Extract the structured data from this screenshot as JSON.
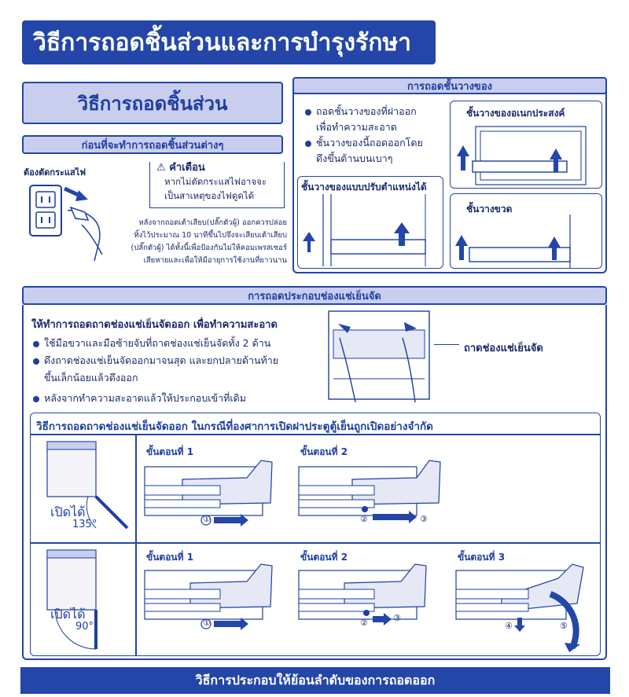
{
  "header": {
    "title": "วิธีการถอดชิ้นส่วนและการบำรุงรักษา"
  },
  "removal": {
    "title": "วิธีการถอดชิ้นส่วน",
    "before_bar": "ก่อนที่จะทำการถอดชิ้นส่วนต่างๆ",
    "unplug_label": "ต้องตัดกระแสไฟ",
    "warning_title": "คำเตือน",
    "warning_text1": "หากไม่ตัดกระแสไฟอาจจะ",
    "warning_text2": "เป็นสาเหตุของไฟดูดได้",
    "note_lines": [
      "หลังจากถอดเต้าเสียบ(ปลั๊กตัวผู้) ออกควรปล่อย",
      "ทิ้งไว้ประมาณ 10 นาทีขึ้นไปจึงจะเสียบเต้าเสียบ",
      "(ปลั๊กตัวผู้) ได้ทั้งนี้เพื่อป้องกันไม่ให้คอมเพรสเซอร์",
      "เสียหายและเพื่อให้มีอายุการใช้งานที่ยาวนาน"
    ]
  },
  "shelf": {
    "bar": "การถอดชั้นวางของ",
    "bullet1_l1": "ถอดชั้นวางของที่ฝาออก",
    "bullet1_l2": "เพื่อทำความสะอาด",
    "bullet2_l1": "ชั้นวางของนี้ถอดออกโดย",
    "bullet2_l2": "ดึงขึ้นด้านบนเบาๆ",
    "adjustable": "ชั้นวางของแบบปรับตำแหน่งได้",
    "multipurpose": "ชั้นวางของอเนกประสงค์",
    "bottle": "ชั้นวางขวด"
  },
  "chiller": {
    "bar": "การถอดประกอบช่องแช่เย็นจัด",
    "heading": "ให้ทำการถอดถาดช่องแช่เย็นจัดออก เพื่อทำความสะอาด",
    "b1": "ใช้มือขวาและมือซ้ายจับที่ถาดช่องแช่เย็นจัดทั้ง 2 ด้าน",
    "b2_l1": "ดึงถาดช่องแช่เย็นจัดออกมาจนสุด และยกปลายด้านท้าย",
    "b2_l2": "ขึ้นเล็กน้อยแล้วดึงออก",
    "b3": "หลังจากทำความสะอาดแล้วให้ประกอบเข้าที่เดิม",
    "tray_label": "ถาดช่องแช่เย็นจัด"
  },
  "limited": {
    "heading": "วิธีการถอดถาดช่องแช่เย็นจัดออก ในกรณีที่องศาการเปิดฝาประตูตู้เย็นถูกเปิดอย่างจำกัด",
    "open_label": "เปิดได้",
    "angle1": "135°",
    "angle2": "90°",
    "step1": "ขั้นตอนที่ 1",
    "step2": "ขั้นตอนที่ 2",
    "step3": "ขั้นตอนที่ 3",
    "n1": "①",
    "n2": "②",
    "n3": "③",
    "n4": "④",
    "n5": "⑤"
  },
  "footer": {
    "text": "วิธีการประกอบให้ย้อนลำดับของการถอดออก"
  }
}
